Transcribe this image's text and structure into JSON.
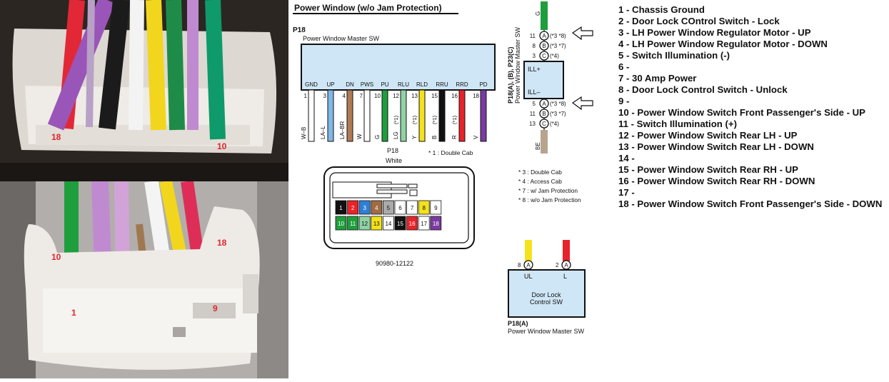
{
  "photo_top": {
    "labels": {
      "left": "18",
      "right": "10"
    }
  },
  "photo_bottom": {
    "labels": {
      "a": "10",
      "b": "18",
      "c": "1",
      "d": "9"
    }
  },
  "diagram": {
    "title": "Power Window (w/o Jam Protection)",
    "connector_id": "P18",
    "switch_name": "Power Window Master SW",
    "terminals": [
      {
        "label": "GND",
        "pin": "1",
        "wire": "W–B",
        "color": "#ffffff"
      },
      {
        "label": "UP",
        "pin": "3",
        "wire": "LA–L",
        "color": "#7fb7e6"
      },
      {
        "label": "DN",
        "pin": "4",
        "wire": "LA–BR",
        "color": "#b07a55"
      },
      {
        "label": "PWS",
        "pin": "7",
        "wire": "W",
        "color": "#ffffff"
      },
      {
        "label": "PU",
        "pin": "10",
        "wire": "G",
        "color": "#1e9e3c"
      },
      {
        "label": "RLU",
        "pin": "12",
        "wire": "LG",
        "color": "#8fd3a5"
      },
      {
        "label": "RLD",
        "pin": "13",
        "wire": "Y",
        "color": "#f4e21a"
      },
      {
        "label": "RRU",
        "pin": "15",
        "wire": "B",
        "color": "#111111"
      },
      {
        "label": "RRD",
        "pin": "16",
        "wire": "R",
        "color": "#e8232a"
      },
      {
        "label": "PD",
        "pin": "18",
        "wire": "V",
        "color": "#7a3ba0"
      }
    ],
    "star1": "(*1)",
    "face": {
      "id": "P18",
      "color_name": "White",
      "note": "* 1 : Double Cab",
      "part_no": "90980-12122",
      "cells": [
        {
          "n": "1",
          "bg": "#111111",
          "fg": "#ffffff"
        },
        {
          "n": "2",
          "bg": "#e8232a",
          "fg": "#ffffff"
        },
        {
          "n": "3",
          "bg": "#2e7fd6",
          "fg": "#ffffff"
        },
        {
          "n": "4",
          "bg": "#a06b45",
          "fg": "#ffffff"
        },
        {
          "n": "5",
          "bg": "#aaaaaa",
          "fg": "#111111"
        },
        {
          "n": "6",
          "bg": "#ffffff",
          "fg": "#111111"
        },
        {
          "n": "7",
          "bg": "#ffffff",
          "fg": "#111111"
        },
        {
          "n": "8",
          "bg": "#f4e21a",
          "fg": "#111111"
        },
        {
          "n": "9",
          "bg": "#ffffff",
          "fg": "#111111"
        },
        {
          "n": "10",
          "bg": "#1e9e3c",
          "fg": "#ffffff"
        },
        {
          "n": "11",
          "bg": "#1e9e3c",
          "fg": "#ffffff"
        },
        {
          "n": "12",
          "bg": "#8fd3a5",
          "fg": "#111111"
        },
        {
          "n": "13",
          "bg": "#f4e21a",
          "fg": "#111111"
        },
        {
          "n": "14",
          "bg": "#ffffff",
          "fg": "#111111"
        },
        {
          "n": "15",
          "bg": "#111111",
          "fg": "#ffffff"
        },
        {
          "n": "16",
          "bg": "#e8232a",
          "fg": "#ffffff"
        },
        {
          "n": "17",
          "bg": "#ffffff",
          "fg": "#111111"
        },
        {
          "n": "18",
          "bg": "#7a3ba0",
          "fg": "#ffffff"
        }
      ]
    },
    "illum": {
      "side_label_1": "P18(A), (B), P23(C)",
      "side_label_2": "Power Window Master SW",
      "top_wire": "G",
      "bottom_wire": "BE",
      "plus": "ILL+",
      "minus": "ILL–",
      "top_pins": [
        {
          "pin": "11",
          "letter": "A",
          "note": "(*3 *8)"
        },
        {
          "pin": "8",
          "letter": "B",
          "note": "(*3 *7)"
        },
        {
          "pin": "3",
          "letter": "C",
          "note": "(*4)"
        }
      ],
      "bottom_pins": [
        {
          "pin": "5",
          "letter": "A",
          "note": "(*3 *8)"
        },
        {
          "pin": "11",
          "letter": "B",
          "note": "(*3 *7)"
        },
        {
          "pin": "13",
          "letter": "C",
          "note": "(*4)"
        }
      ],
      "notes": [
        "* 3 : Double Cab",
        "* 4 : Access Cab",
        "* 7 : w/ Jam Protection",
        "* 8 : w/o Jam Protection"
      ]
    },
    "doorlock": {
      "pin_left": "8",
      "pin_right": "2",
      "letter": "A",
      "label_left": "UL",
      "label_right": "L",
      "name_1": "Door Lock",
      "name_2": "Control SW",
      "caption_1": "P18(A)",
      "caption_2": "Power Window Master SW"
    }
  },
  "pin_legend": [
    "1 - Chassis Ground",
    "2 - Door Lock COntrol Switch - Lock",
    "3 - LH Power Window Regulator Motor - UP",
    "4 - LH Power Window Regulator Motor - DOWN",
    "5 - Switch Illumination (-)",
    "6 -",
    "7 - 30 Amp Power",
    "8 - Door Lock Control Switch - Unlock",
    "9 -",
    "10 - Power Window Switch Front Passenger's Side - UP",
    "11 - Switch Illumination (+)",
    "12 - Power Window Switch Rear LH - UP",
    "13 - Power Window Switch Rear LH - DOWN",
    "14 -",
    "15 - Power Window Switch Rear RH - UP",
    "16 - Power Window Switch Rear RH - DOWN",
    "17 -",
    "18 - Power Window Switch Front Passenger's Side - DOWN"
  ]
}
